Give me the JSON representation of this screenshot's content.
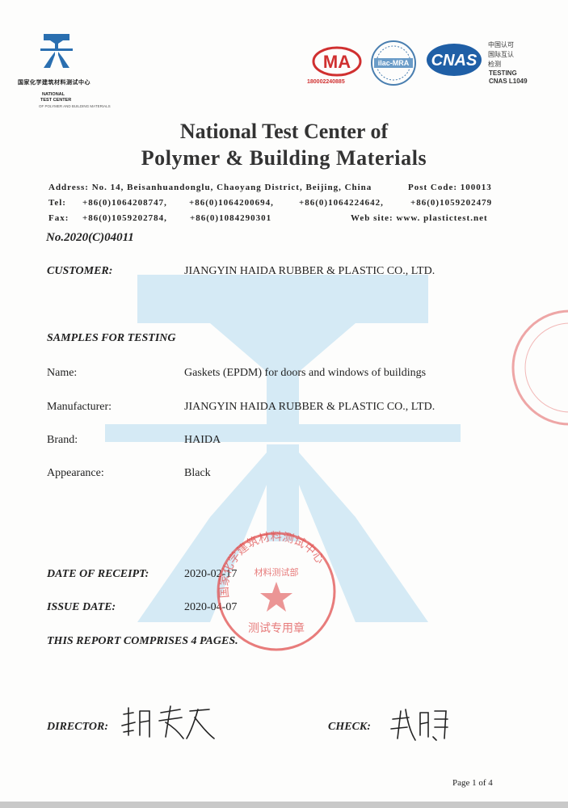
{
  "header": {
    "center_name_cn": "国家化学建筑材料测试中心",
    "center_name_en_1": "NATIONAL",
    "center_name_en_2": "TEST CENTER",
    "center_name_en_3": "OF POLYMER AND BUILDING MATERIALS",
    "cma_number": "180002240885",
    "cnas_cn_1": "中国认可",
    "cnas_cn_2": "国际互认",
    "cnas_cn_3": "检测",
    "cnas_testing": "TESTING",
    "cnas_id": "CNAS L1049"
  },
  "title": {
    "line1": "National Test Center of",
    "line2": "Polymer & Building Materials"
  },
  "contact": {
    "address": "Address: No. 14, Beisanhuandonglu, Chaoyang District, Beijing, China",
    "post_code": "Post Code: 100013",
    "tel_label": "Tel:",
    "tel_1": "+86(0)1064208747,",
    "tel_2": "+86(0)1064200694,",
    "tel_3": "+86(0)1064224642,",
    "tel_4": "+86(0)1059202479",
    "fax_label": "Fax:",
    "fax_1": "+86(0)1059202784,",
    "fax_2": "+86(0)1084290301",
    "web": "Web site: www. plastictest.net"
  },
  "report_no": "No.2020(C)04011",
  "customer": {
    "label": "CUSTOMER:",
    "value": "JIANGYIN HAIDA RUBBER & PLASTIC CO., LTD."
  },
  "samples": {
    "heading": "SAMPLES FOR TESTING",
    "name_label": "Name:",
    "name_value": "Gaskets (EPDM) for doors and windows of buildings",
    "manufacturer_label": "Manufacturer:",
    "manufacturer_value": "JIANGYIN HAIDA RUBBER & PLASTIC CO., LTD.",
    "brand_label": "Brand:",
    "brand_value": "HAIDA",
    "appearance_label": "Appearance:",
    "appearance_value": "Black"
  },
  "dates": {
    "receipt_label": "DATE OF RECEIPT:",
    "receipt_value": "2020-02-17",
    "issue_label": "ISSUE DATE:",
    "issue_value": "2020-04-07"
  },
  "comprises": "THIS REPORT COMPRISES 4 PAGES.",
  "signatures": {
    "director_label": "DIRECTOR:",
    "check_label": "CHECK:"
  },
  "seal_text": "国家化学建筑材料测试中心",
  "seal_sub": "材料测试部",
  "seal_bottom": "测试专用章",
  "page_number": "Page 1 of 4",
  "colors": {
    "watermark": "#a8d4ea",
    "seal": "#e05050",
    "cma_red": "#d03030",
    "logo_blue": "#2a6fb0"
  }
}
